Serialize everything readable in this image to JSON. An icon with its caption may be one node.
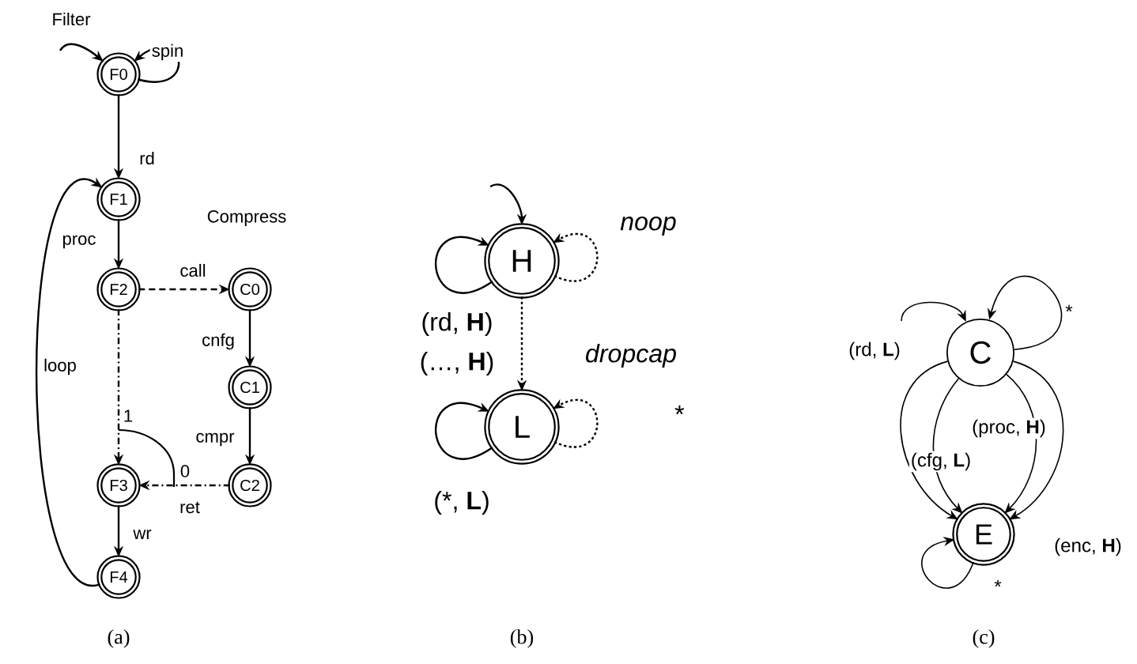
{
  "diagram": {
    "nodes": [
      {
        "text": [
          "F0"
        ]
      },
      {
        "text": [
          "F1"
        ]
      },
      {
        "text": [
          "F2"
        ]
      },
      {
        "text": [
          "C0"
        ]
      },
      {
        "text": [
          "C1"
        ]
      },
      {
        "text": [
          "C2"
        ]
      },
      {
        "text": [
          "F3"
        ]
      },
      {
        "text": [
          "F4"
        ]
      },
      {
        "text": [
          "H"
        ]
      },
      {
        "text": [
          "L"
        ]
      },
      {
        "text": [
          "C"
        ]
      },
      {
        "text": [
          "E"
        ]
      }
    ],
    "edges": [
      {
        "from": null,
        "to": 0,
        "arrow": "to"
      },
      {
        "from": 0,
        "to": 0,
        "arrow": "to",
        "label": "spin"
      },
      {
        "from": 0,
        "to": 1,
        "arrow": "to",
        "label": "rd"
      },
      {
        "from": 1,
        "to": 2,
        "arrow": "to",
        "label": "proc"
      },
      {
        "from": 2,
        "to": 3,
        "arrow": "to",
        "label": "call",
        "style": "dashed"
      },
      {
        "from": 3,
        "to": 4,
        "arrow": "to",
        "label": "cnfg"
      },
      {
        "from": 4,
        "to": 5,
        "arrow": "to",
        "label": "cmpr"
      },
      {
        "from": 2,
        "to": 6,
        "arrow": "to",
        "label": "1",
        "style": "dashed"
      },
      {
        "from": 5,
        "to": 6,
        "arrow": "to",
        "label": "ret",
        "style": "dashed"
      },
      {
        "from": 6,
        "to": 7,
        "arrow": "to",
        "label": "wr"
      },
      {
        "from": 7,
        "to": 1,
        "arrow": "to",
        "label": "loop"
      },
      {
        "from": null,
        "to": 8,
        "arrow": "to"
      },
      {
        "from": 8,
        "to": 8,
        "arrow": "to",
        "label": "(rd, **H**)"
      },
      {
        "from": 8,
        "to": 8,
        "arrow": "to",
        "label": "noop",
        "style": "dashed"
      },
      {
        "from": 8,
        "to": 9,
        "arrow": "to",
        "label": "dropcap",
        "style": "dashed"
      },
      {
        "from": 9,
        "to": 9,
        "arrow": "to",
        "label": "(*, **L**)"
      },
      {
        "from": 9,
        "to": 9,
        "arrow": "to",
        "label": "*",
        "style": "dashed"
      },
      {
        "from": null,
        "to": 10,
        "arrow": "to"
      },
      {
        "from": 10,
        "to": 10,
        "arrow": "to",
        "label": "*"
      },
      {
        "from": 10,
        "to": 11,
        "arrow": "to",
        "label": "(rd, **L**)"
      },
      {
        "from": 10,
        "to": 11,
        "arrow": "to",
        "label": "(cfg, **L**)"
      },
      {
        "from": 10,
        "to": 11,
        "arrow": "to",
        "label": "(proc, **H**)"
      },
      {
        "from": 10,
        "to": 11,
        "arrow": "to",
        "label": "(enc, **H**)"
      },
      {
        "from": 11,
        "to": 11,
        "arrow": "to",
        "label": "*"
      }
    ],
    "labels": [
      "Filter",
      "Compress",
      "0",
      "(…, **H**)",
      "(a)",
      "(b)",
      "(c)"
    ]
  }
}
